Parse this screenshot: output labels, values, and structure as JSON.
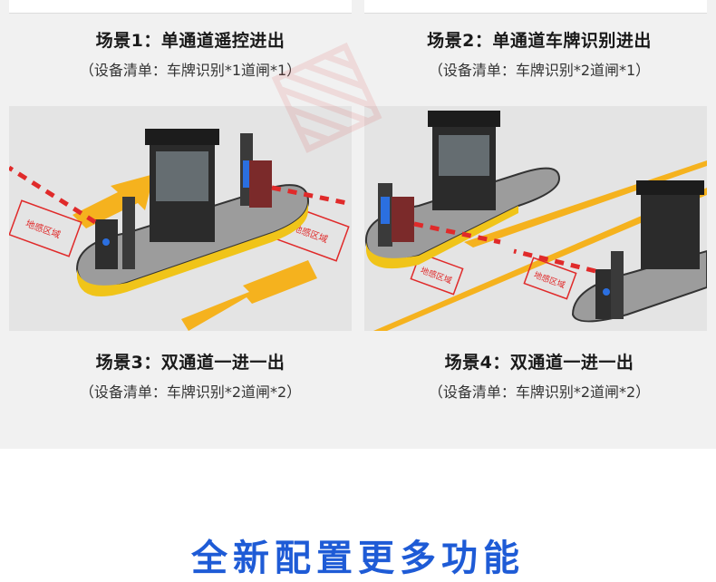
{
  "scenarios": [
    {
      "title": "场景1：单通道遥控进出",
      "equipment": "（设备清单：车牌识别*1道闸*1）"
    },
    {
      "title": "场景2：单通道车牌识别进出",
      "equipment": "（设备清单：车牌识别*2道闸*1）"
    },
    {
      "title": "场景3：双通道一进一出",
      "equipment": "（设备清单：车牌识别*2道闸*2）"
    },
    {
      "title": "场景4：双通道一进一出",
      "equipment": "（设备清单：车牌识别*2道闸*2）"
    }
  ],
  "zone_label": "地感区域",
  "section_heading": "全新配置更多功能",
  "colors": {
    "accent": "#1e5bd6",
    "arrow": "#f5b21e",
    "barrier_red": "#e02a2a",
    "hazard": "#f0c419"
  }
}
